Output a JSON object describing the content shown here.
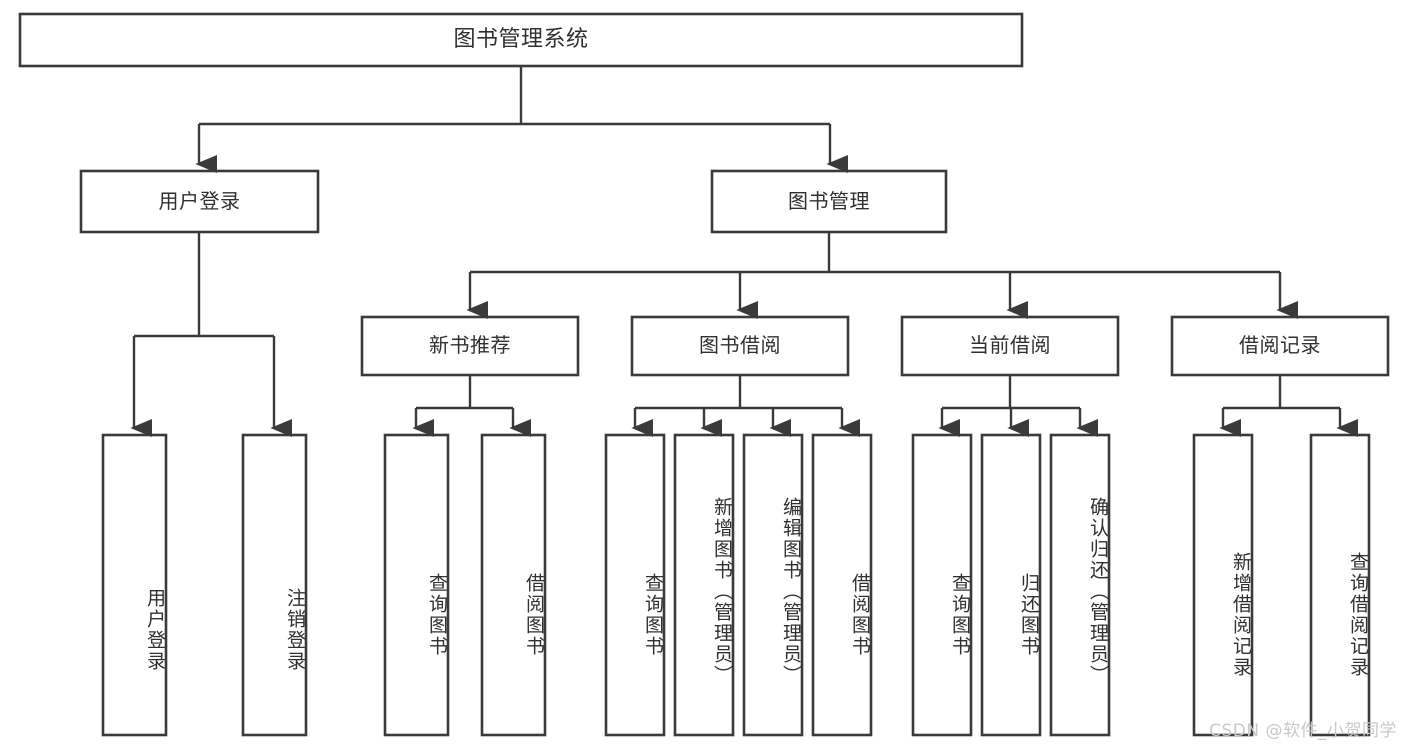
{
  "diagram": {
    "title": "图书管理系统",
    "type": "hierarchy-tree",
    "watermark": "CSDN @软件_小贺同学",
    "colors": {
      "box_stroke": "#3a3a3a",
      "box_fill": "#ffffff",
      "text": "#303030",
      "watermark": "#c9c9c9",
      "background": "#ffffff"
    },
    "root": {
      "label": "图书管理系统"
    },
    "level2": [
      {
        "label": "用户登录"
      },
      {
        "label": "图书管理"
      }
    ],
    "level3": [
      {
        "label": "新书推荐"
      },
      {
        "label": "图书借阅"
      },
      {
        "label": "当前借阅"
      },
      {
        "label": "借阅记录"
      }
    ],
    "leaves": {
      "user_login": [
        {
          "label": "用户登录"
        },
        {
          "label": "注销登录"
        }
      ],
      "new_book_recommend": [
        {
          "label": "查询图书"
        },
        {
          "label": "借阅图书"
        }
      ],
      "book_borrow": [
        {
          "label": "查询图书"
        },
        {
          "label": "新增图书（管理员）"
        },
        {
          "label": "编辑图书（管理员）"
        },
        {
          "label": "借阅图书"
        }
      ],
      "current_borrow": [
        {
          "label": "查询图书"
        },
        {
          "label": "归还图书"
        },
        {
          "label": "确认归还（管理员）"
        }
      ],
      "borrow_record": [
        {
          "label": "新增借阅记录"
        },
        {
          "label": "查询借阅记录"
        }
      ]
    }
  }
}
